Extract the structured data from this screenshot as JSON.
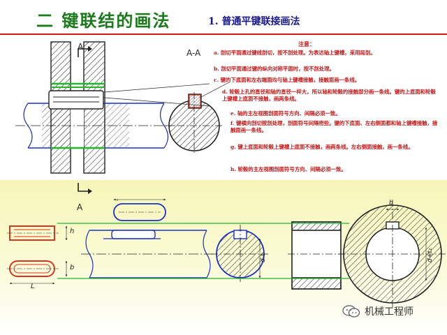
{
  "header": {
    "title": "二 键联结的画法",
    "subtitle": "1. 普通平键联接画法"
  },
  "labels": {
    "section_a_top": "A",
    "section_a_bottom": "A",
    "section_view": "A-A",
    "dim_h": "h",
    "dim_b_left": "b",
    "dim_l": "L",
    "dim_d_t": "d-t",
    "dim_b_right": "b",
    "dim_d_t1": "d+t₁"
  },
  "notes": {
    "title": "注意：",
    "items": [
      "a. 剖切平面通过键线剖切，按不剖处理。为表达轴上键槽，采用局剖。",
      "b. 剖切平面通过键的纵向对称平面时，按不剖处理。",
      "c. 键的下底面和左右端面均与轴上键槽接触，接触面画一条线。",
      "d. 轮毂上孔的直径和轴的直径一样大，所以轴和轮毂的接触部分画一条线。键的上底面和轮毂上键槽上底面不接触，画两条线。",
      "e. 轴的主左视图剖面符号方向、间隔必须一致。",
      "f. 键横向剖切按剖处理，剖面符号间隔密些。键的下底面、左右侧面都和轴上键槽接触，接触面画一条线。",
      "g. 键上底面和轮毂上键槽上底面不接触，画两条线。左右侧面接触，画一条线。",
      "h. 轮毂的主左视图剖面符号方向、间隔必须一致。"
    ]
  },
  "watermark": {
    "text": "机械工程师",
    "icon": "wechat-icon"
  },
  "colors": {
    "title": "#1b7a1b",
    "subtitle": "#1a1a8a",
    "rule": "#d11a1a",
    "notes": "#c21818",
    "key_outline": "#d8341e",
    "shaft_outline": "#1d2fc2",
    "hub_contact": "#21b52b",
    "background_band": "#f6f6b8"
  }
}
